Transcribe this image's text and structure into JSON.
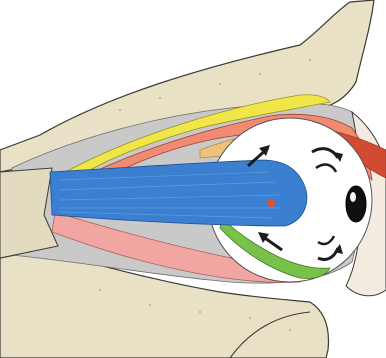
{
  "figure": {
    "type": "anatomical-illustration",
    "view": "lateral",
    "subject": "orbit",
    "labels": []
  },
  "colors": {
    "background": "#ffffff",
    "bone": "#e9e1c5",
    "bone_outline": "#3b3a34",
    "orbital_fat": "#c9c9c9",
    "eyeball": "#ffffff",
    "optic_nerve": "#3a7fd0",
    "levator_muscle": "#f0e64a",
    "superior_rectus": "#f08a72",
    "superior_rectus_tendon": "#efc27c",
    "inferior_rectus": "#f2a6a2",
    "inferior_oblique": "#78c24c",
    "lateral_rectus_insertion": "#d24a32",
    "fovea_marker": "#e4512e",
    "cornea": "#101010",
    "rotation_arrows": "#1c1c1c"
  },
  "arrows": [
    {
      "id": "arrow-superior-rectus",
      "direction": "forward"
    },
    {
      "id": "arrow-inferior-oblique",
      "direction": "backward"
    },
    {
      "id": "arrow-rotation-upper",
      "direction": "clockwise"
    },
    {
      "id": "arrow-rotation-lower",
      "direction": "counterclockwise"
    }
  ]
}
